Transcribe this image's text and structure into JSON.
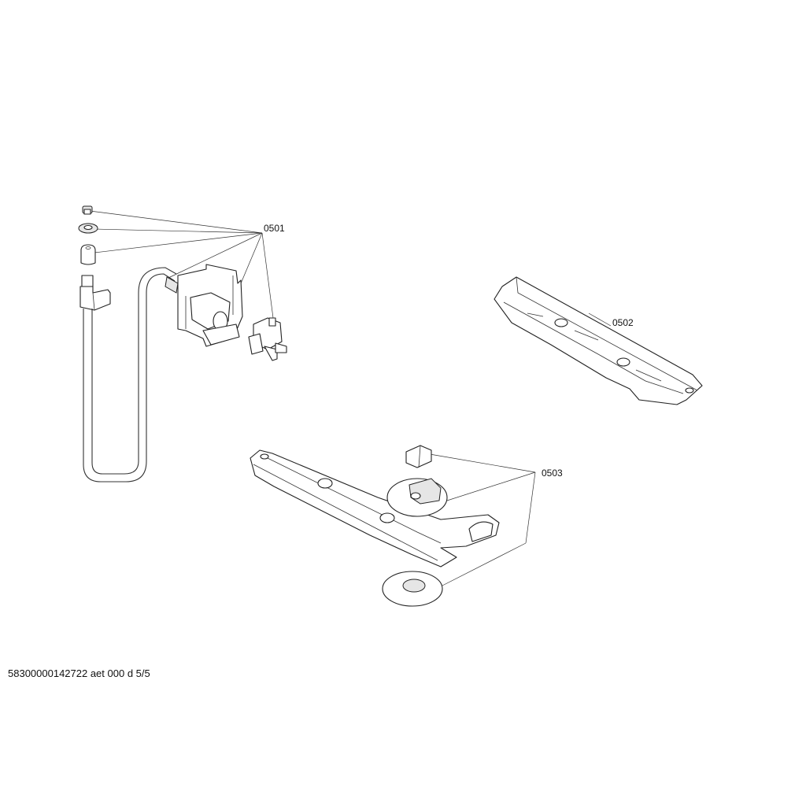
{
  "diagram": {
    "callouts": [
      {
        "id": "0501",
        "label": "0501"
      },
      {
        "id": "0502",
        "label": "0502"
      },
      {
        "id": "0503",
        "label": "0503"
      }
    ]
  },
  "footer": {
    "document_code": "58300000142722 aet 000 d 5/5"
  }
}
